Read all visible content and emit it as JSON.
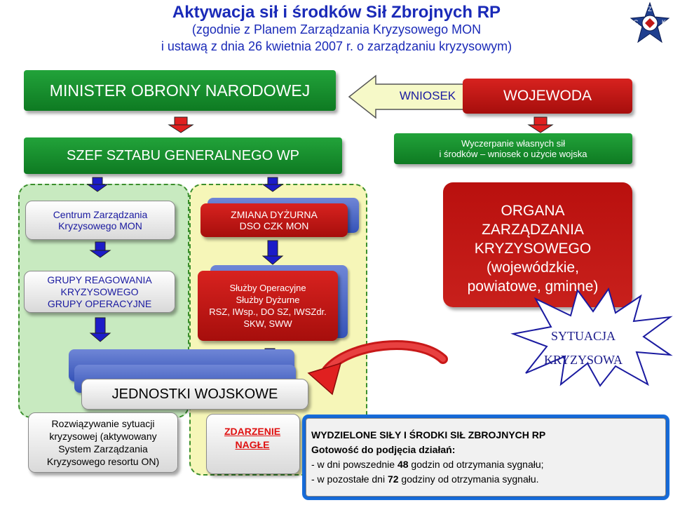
{
  "title": {
    "line1": "Aktywacja sił i środków Sił Zbrojnych RP",
    "line2": "(zgodnie z Planem Zarządzania Kryzysowego MON",
    "line3": "i ustawą z dnia 26 kwietnia 2007 r. o zarządzaniu kryzysowym)"
  },
  "emblem_letters": [
    "Z",
    "C",
    "K"
  ],
  "minister": "MINISTER OBRONY NARODOWEJ",
  "wniosek": "WNIOSEK",
  "wojewoda": "WOJEWODA",
  "szef": "SZEF SZTABU GENERALNEGO WP",
  "wyczerpanie": {
    "line1": "Wyczerpanie własnych sił",
    "line2": "i środków – wniosek o użycie wojska"
  },
  "czk": {
    "line1": "Centrum Zarządzania",
    "line2": "Kryzysowego  MON"
  },
  "grupy": {
    "line1": "GRUPY REAGOWANIA",
    "line2": "KRYZYSOWEGO",
    "line3": "GRUPY OPERACYJNE"
  },
  "zmiana": {
    "line1": "ZMIANA DYŻURNA",
    "line2": "DSO CZK MON"
  },
  "sluzby": {
    "line1": "Służby Operacyjne",
    "line2": "Służby Dyżurne",
    "line3": "RSZ, IWsp., DO SZ, IWSZdr.",
    "line4": "SKW, SWW"
  },
  "organa": {
    "line1": "ORGANA",
    "line2": "ZARZĄDZANIA",
    "line3": "KRYZYSOWEGO",
    "line4": "(wojewódzkie,",
    "line5": "powiatowe, gminne)"
  },
  "sytuacja": {
    "line1": "SYTUACJA",
    "line2": "KRYZYSOWA"
  },
  "jednostki": "JEDNOSTKI WOJSKOWE",
  "rozwiazywanie": {
    "line1": "Rozwiązywanie sytuacji",
    "line2": "kryzysowej (aktywowany",
    "line3": "System Zarządzania",
    "line4": "Kryzysowego resortu ON)"
  },
  "zdarzenie": {
    "line1": "ZDARZENIE",
    "line2": "NAGŁE"
  },
  "wydzielone": {
    "line1": "WYDZIELONE SIŁY I ŚRODKI SIŁ ZBROJNYCH RP",
    "line2": "Gotowość do podjęcia działań:",
    "line3_pre": "- w dni powszednie ",
    "line3_num": "48",
    "line3_post": " godzin od otrzymania sygnału;",
    "line4_pre": "- w pozostałe dni ",
    "line4_num": "72",
    "line4_post": " godziny od otrzymania sygnału."
  },
  "colors": {
    "green": "#15892c",
    "red": "#c01715",
    "blue_title": "#1a2ab8",
    "arrow_blue": "#1c1cc8",
    "arrow_red": "#e02020"
  }
}
